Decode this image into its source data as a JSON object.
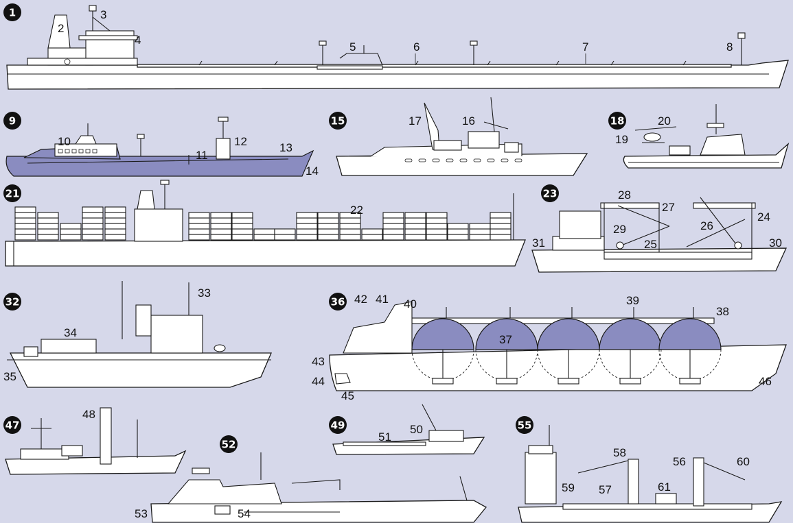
{
  "badges": [
    "1",
    "9",
    "15",
    "18",
    "21",
    "23",
    "32",
    "36",
    "47",
    "49",
    "52",
    "55"
  ],
  "labels": [
    "2",
    "3",
    "4",
    "5",
    "6",
    "7",
    "8",
    "10",
    "11",
    "12",
    "13",
    "14",
    "16",
    "17",
    "19",
    "20",
    "22",
    "24",
    "25",
    "26",
    "27",
    "28",
    "29",
    "30",
    "31",
    "33",
    "34",
    "35",
    "37",
    "38",
    "39",
    "40",
    "41",
    "42",
    "43",
    "44",
    "45",
    "46",
    "48",
    "50",
    "51",
    "53",
    "54",
    "56",
    "57",
    "58",
    "59",
    "60",
    "61"
  ],
  "colors": {
    "background": "#d6d8ea",
    "highlight": "#8a8cc0",
    "ink": "#1a1a1a"
  }
}
